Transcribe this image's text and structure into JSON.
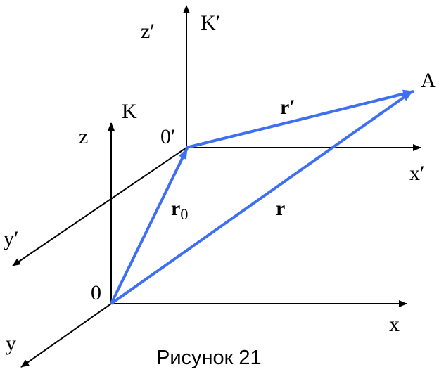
{
  "labels": {
    "K": "K",
    "K_prime": "K′",
    "z": "z",
    "z_prime": "z′",
    "y": "y",
    "y_prime": "y′",
    "x": "x",
    "x_prime": "x′",
    "origin": "0",
    "origin_prime": "0′",
    "point_A": "A",
    "r": "r",
    "r_prime": "r′",
    "r0_main": "r",
    "r0_sub": "0"
  },
  "caption": "Рисунок 21",
  "colors": {
    "axes": "#000000",
    "vectors": "#3d6ff0"
  }
}
